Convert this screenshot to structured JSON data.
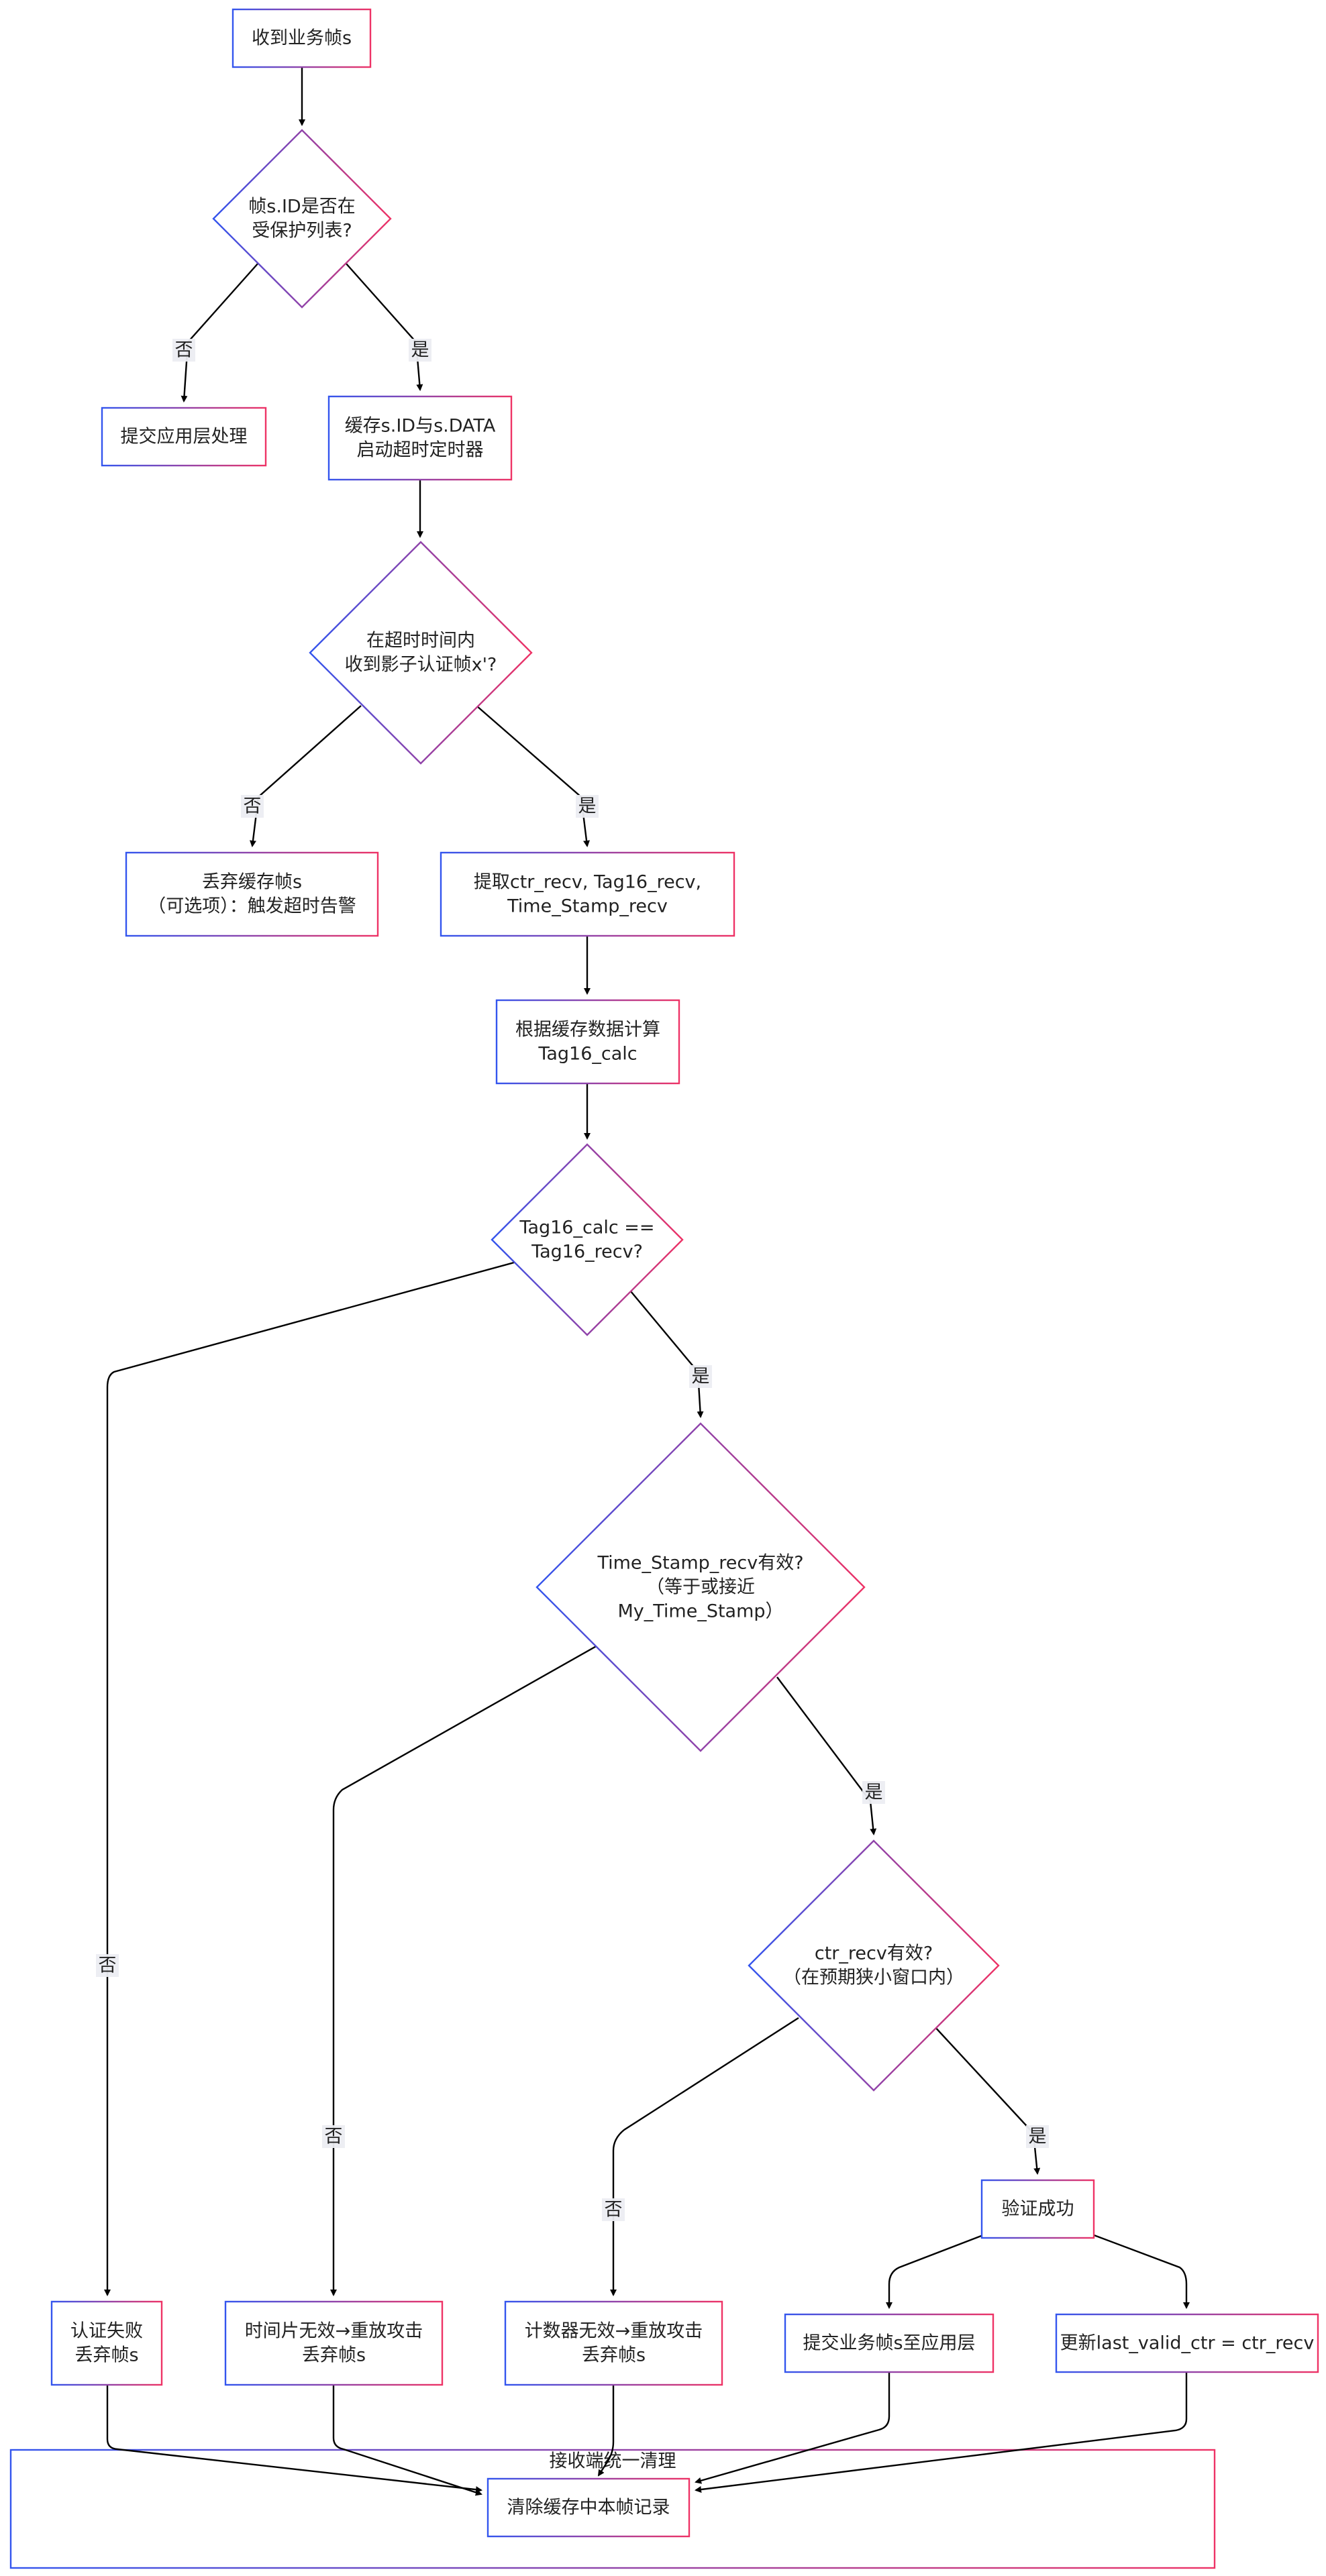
{
  "colors": {
    "border_start": "#3355ee",
    "border_end": "#ee3366",
    "edge": "#000000",
    "label_bg": "#ecedf2"
  },
  "cluster": {
    "title": "接收端统一清理"
  },
  "nodes": {
    "start": {
      "lines": [
        "收到业务帧s"
      ]
    },
    "check_id": {
      "lines": [
        "帧s.ID是否在",
        "受保护列表?"
      ]
    },
    "submit_app": {
      "lines": [
        "提交应用层处理"
      ]
    },
    "cache": {
      "lines": [
        "缓存s.ID与s.DATA",
        "启动超时定时器"
      ]
    },
    "check_shadow": {
      "lines": [
        "在超时时间内",
        "收到影子认证帧x'?"
      ]
    },
    "discard_timeout": {
      "lines": [
        "丢弃缓存帧s",
        "（可选项）：触发超时告警"
      ]
    },
    "extract": {
      "lines": [
        "提取ctr_recv, Tag16_recv,",
        "Time_Stamp_recv"
      ]
    },
    "calc_tag": {
      "lines": [
        "根据缓存数据计算",
        "Tag16_calc"
      ]
    },
    "check_tag": {
      "lines": [
        "Tag16_calc ==",
        "Tag16_recv?"
      ]
    },
    "check_ts": {
      "lines": [
        "Time_Stamp_recv有效?",
        "（等于或接近",
        "My_Time_Stamp）"
      ]
    },
    "check_ctr": {
      "lines": [
        "ctr_recv有效?",
        "（在预期狭小窗口内）"
      ]
    },
    "auth_fail": {
      "lines": [
        "认证失败",
        "丢弃帧s"
      ]
    },
    "ts_invalid": {
      "lines": [
        "时间片无效→重放攻击",
        "丢弃帧s"
      ]
    },
    "ctr_invalid": {
      "lines": [
        "计数器无效→重放攻击",
        "丢弃帧s"
      ]
    },
    "verify_ok": {
      "lines": [
        "验证成功"
      ]
    },
    "submit_frame": {
      "lines": [
        "提交业务帧s至应用层"
      ]
    },
    "update_ctr": {
      "lines": [
        "更新last_valid_ctr = ctr_recv"
      ]
    },
    "clear_cache": {
      "lines": [
        "清除缓存中本帧记录"
      ]
    }
  },
  "edge_labels": {
    "yes": "是",
    "no": "否"
  }
}
